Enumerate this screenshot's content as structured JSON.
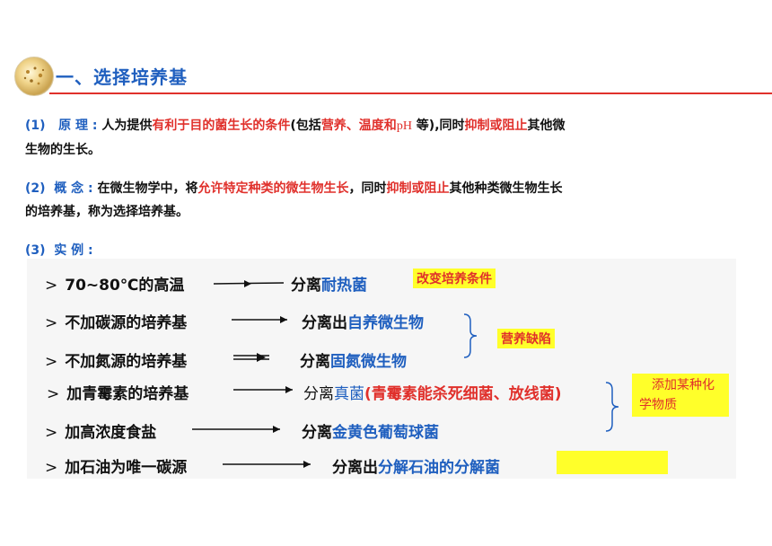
{
  "header": {
    "title": "一、选择培养基"
  },
  "principle": {
    "marker": "(1)",
    "label": "原 理 :",
    "t1": "人为提供",
    "t2": "有利于目的菌生长的条件",
    "t3": "(包括",
    "t4": "营养、温度和",
    "t5": "pH",
    "t6": " 等),同时",
    "t7": "抑制或阻止",
    "t8": "其他微",
    "t9": "生物的生长。"
  },
  "concept": {
    "marker": "(2)",
    "label": "概 念 :",
    "t1": "在微生物学中，将",
    "t2": "允许特定种类的微生物生长",
    "t3": "，同时",
    "t4": "抑制或阻止",
    "t5": "其他种类微生物生长",
    "t6": "的培养基，称为选择培养基。"
  },
  "examples": {
    "marker": "(3)",
    "label": "实 例 :",
    "rows": [
      {
        "cond": "70~80℃的高温",
        "res_pre": "分离",
        "res_hl": "耐热菌",
        "res_extra": ""
      },
      {
        "cond": "不加碳源的培养基",
        "res_pre": "分离出",
        "res_hl": "自养微生物",
        "res_extra": ""
      },
      {
        "cond": "不加氮源的培养基",
        "res_pre": "分离",
        "res_hl": "固氮微生物",
        "res_extra": ""
      },
      {
        "cond": "加青霉素的培养基",
        "res_pre": "分离",
        "res_hl": "真菌",
        "res_extra": "(青霉素能杀死细菌、放线菌)"
      },
      {
        "cond": "加高浓度食盐",
        "res_pre": "分离",
        "res_hl": "金黄色葡萄球菌",
        "res_extra": ""
      },
      {
        "cond": "加石油为唯一碳源",
        "res_pre": "分离出",
        "res_hl": "分解石油的分解菌",
        "res_extra": ""
      }
    ],
    "gt_symbol": ">"
  },
  "notes": {
    "change_conditions": "改变培养条件",
    "nutrient_deficiency": "营养缺陷",
    "add_chemical_line1": "添加某种化",
    "add_chemical_line2": "学物质"
  },
  "colors": {
    "blue": "#1f5fbf",
    "red": "#e0302b",
    "highlight": "#ffff2a"
  }
}
